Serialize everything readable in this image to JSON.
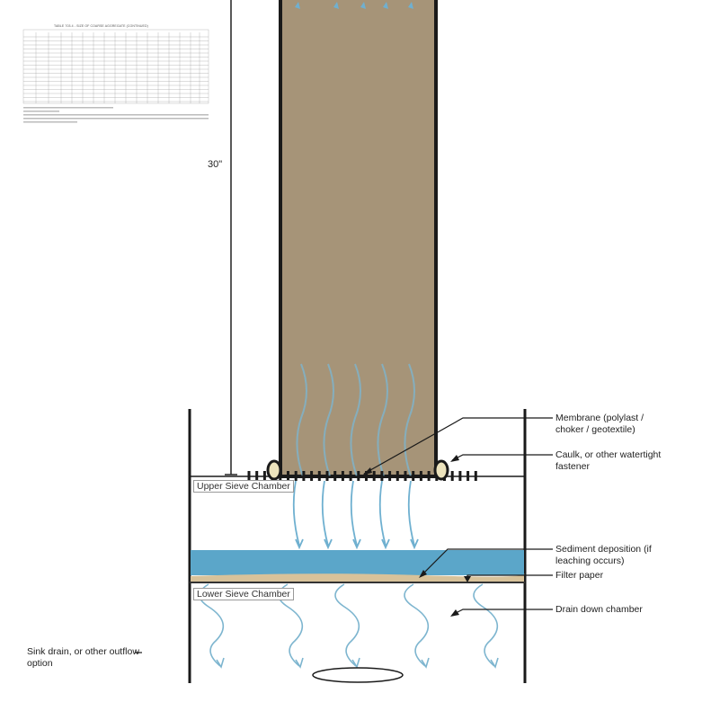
{
  "table_image": {
    "title": "TABLE 703.4 - SIZE OF COARSE AGGREGATE (CONTINUED)"
  },
  "dimension": {
    "label": "30\""
  },
  "chambers": {
    "upper": "Upper Sieve Chamber",
    "lower": "Lower Sieve Chamber"
  },
  "callouts": {
    "membrane": "Membrane (polylast /\nchoker / geotextile)",
    "caulk": "Caulk, or other watertight\nfastener",
    "sediment": "Sediment deposition (if\nleaching occurs)",
    "filter": "Filter paper",
    "drain_chamber": "Drain down chamber",
    "sink": "Sink drain, or other outflow\noption"
  },
  "colors": {
    "column": "#a69478",
    "water": "#5ba6c9",
    "sediment": "#d8c29a",
    "flow": "#6fb0d0",
    "caulk": "#ece3bd"
  }
}
